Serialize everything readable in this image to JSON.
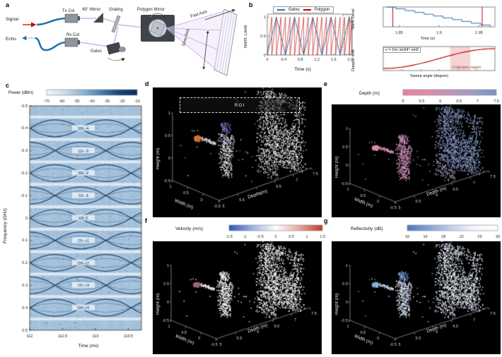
{
  "panel_letters": {
    "a": "a",
    "b": "b",
    "c": "c",
    "d": "d",
    "e": "e",
    "f": "f",
    "g": "g"
  },
  "panel_a": {
    "labels": {
      "signal": "Signal",
      "echo": "Echo",
      "tx_col": "Tx Col",
      "rx_col": "Rx Col",
      "mirror": "45° Mirror",
      "grating": "Grating",
      "polygon_mirror": "Polygon Mirror",
      "galvo": "Galvo",
      "fast_axis": "Fast Axis",
      "slow_axis": "Slow Axis"
    },
    "colors": {
      "signal": "#c00000",
      "echo": "#2e6da4",
      "fiber": "#1f77a8",
      "beam": "#c9b5e8",
      "dark": "#3f444b",
      "gray": "#8e959c"
    }
  },
  "axes3d": {
    "height": "Height (m)",
    "width": "Width (m)",
    "depth": "Depth (m)",
    "width_ticks": [
      "1",
      "0.5",
      "0",
      "-0.5"
    ],
    "depth_ticks": [
      "5",
      "5.5",
      "6",
      "6.5",
      "7",
      "7.5"
    ],
    "height_ticks": [
      "-0.5",
      "0",
      "0.5",
      "1"
    ]
  },
  "chart_data": [
    {
      "id": "galvo_polygon",
      "type": "line",
      "xlabel": "Time (s)",
      "ylabel": "Norm. Level",
      "xlim": [
        0,
        2.05
      ],
      "ylim": [
        0,
        1.08
      ],
      "xticks": [
        "0",
        "0.4",
        "0.8",
        "1.2",
        "1.6",
        "2.0"
      ],
      "yticks": [
        "0",
        "0.5",
        "1"
      ],
      "legend": [
        "Galvo",
        "Polygon"
      ],
      "series": [
        {
          "name": "Galvo",
          "color": "#2e6da4",
          "waveform": "triangle",
          "period": 0.44,
          "min": 0,
          "max": 1
        },
        {
          "name": "Polygon",
          "color": "#c00000",
          "waveform": "sawtooth",
          "period": 0.11,
          "min": 0,
          "max": 1
        }
      ],
      "zoom_box": {
        "x0": 1.83,
        "x1": 1.99
      }
    },
    {
      "id": "galvo_zoom",
      "type": "line",
      "xlabel": "Time (s)",
      "ylabel": "Norm. Level",
      "xlim": [
        1.83,
        1.97
      ],
      "xticks": [
        "1.85",
        "1.9",
        "1.95"
      ],
      "series": [
        {
          "name": "Galvo",
          "color": "#2e6da4",
          "waveform": "staircase_down",
          "x0": 1.834,
          "x1": 1.964,
          "steps": 11
        },
        {
          "name": "Polygon",
          "color": "#c00000",
          "waveform": "vlines",
          "xs": [
            1.842,
            1.954
          ]
        }
      ]
    },
    {
      "id": "doppler",
      "type": "line",
      "xlabel": "Sweep angle (degree)",
      "ylabel": "Doppler shift",
      "equation": "v = 2πr·sin54°·sinθ",
      "series": [
        {
          "name": "Doppler shift",
          "color": "#c00000",
          "waveform": "sine_rise"
        }
      ],
      "collection_band": {
        "x0": 0.6,
        "x1": 0.78,
        "label": "Collection region",
        "color": "#f3cdcd"
      }
    },
    {
      "id": "spectrogram",
      "type": "heatmap",
      "colorbar_label": "Power (dBm)",
      "colorbar_ticks": [
        "-70",
        "-60",
        "-50",
        "-40",
        "-30",
        "-20",
        "-10"
      ],
      "xlabel": "Time (ms)",
      "ylabel": "Frequency (GHz)",
      "xlim": [
        112,
        113.7
      ],
      "xticks": [
        "112",
        "112.5",
        "113",
        "113.5"
      ],
      "yticks": [
        "-0.5",
        "-0.4",
        "-0.3",
        "-0.2",
        "-0.1",
        "0",
        "0.1",
        "0.2",
        "0.3",
        "0.4",
        "0.5"
      ],
      "channels": [
        "Ch -4",
        "Ch -3",
        "Ch -2",
        "Ch -1",
        "Ch 0",
        "Ch +1",
        "Ch +2",
        "Ch +3",
        "Ch +4"
      ],
      "colormap": [
        "#f2f6fa",
        "#c9dcec",
        "#8fb4d4",
        "#4a7fb0",
        "#16477c",
        "#0a2f5c"
      ]
    },
    {
      "id": "cloud_rgb",
      "type": "scatter3d",
      "roi_label": "ROI"
    },
    {
      "id": "cloud_depth",
      "type": "scatter3d",
      "colorbar": {
        "label": "Depth (m)",
        "ticks": [
          "5",
          "5.5",
          "6",
          "6.5",
          "7",
          "7.5"
        ],
        "colormap": [
          "#ea7f9c",
          "#e08bac",
          "#c493be",
          "#9b9cc8",
          "#7494c4"
        ]
      }
    },
    {
      "id": "cloud_velocity",
      "type": "scatter3d",
      "colorbar": {
        "label": "Velocity (m/s)",
        "ticks": [
          "-1.5",
          "-1",
          "-0.5",
          "0",
          "0.5",
          "1",
          "1.5"
        ],
        "colormap": [
          "#2f55c0",
          "#9db1e4",
          "#ffffff",
          "#e8a79e",
          "#c03a2a"
        ]
      }
    },
    {
      "id": "cloud_reflectivity",
      "type": "scatter3d",
      "colorbar": {
        "label": "Reflectivity (dB)",
        "ticks": [
          "10",
          "14",
          "18",
          "22",
          "26",
          "30"
        ],
        "colormap": [
          "#4b79c4",
          "#86a5d8",
          "#c6d5ec",
          "#f5f8fc",
          "#ffffff"
        ]
      }
    }
  ]
}
